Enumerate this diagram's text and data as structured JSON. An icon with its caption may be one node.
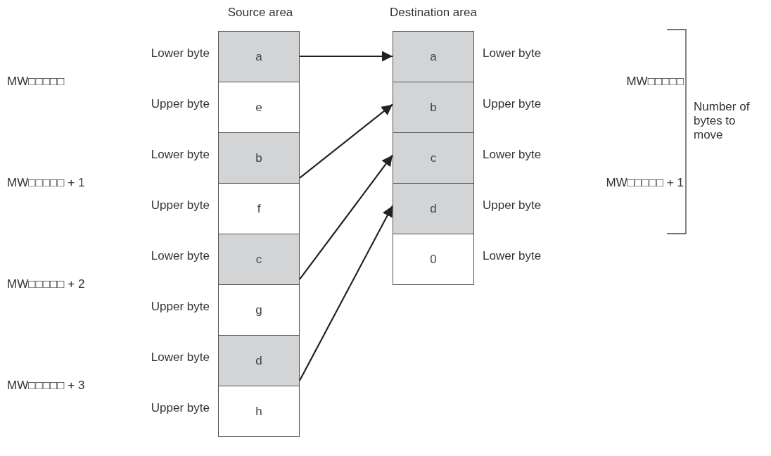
{
  "diagram": {
    "nodes": [
      {
        "text": [
          "a"
        ]
      },
      {
        "text": [
          "e"
        ]
      },
      {
        "text": [
          "b"
        ]
      },
      {
        "text": [
          "f"
        ]
      },
      {
        "text": [
          "c"
        ]
      },
      {
        "text": [
          "g"
        ]
      },
      {
        "text": [
          "d"
        ]
      },
      {
        "text": [
          "h"
        ]
      },
      {
        "text": [
          "a"
        ]
      },
      {
        "text": [
          "b"
        ]
      },
      {
        "text": [
          "c"
        ]
      },
      {
        "text": [
          "d"
        ]
      },
      {
        "text": [
          "0"
        ]
      }
    ],
    "edges": [
      {
        "from": 0,
        "to": 8,
        "arrow": "to"
      },
      {
        "from": 2,
        "to": 9,
        "arrow": "to"
      },
      {
        "from": 4,
        "to": 10,
        "arrow": "to"
      },
      {
        "from": 6,
        "to": 11,
        "arrow": "to"
      }
    ],
    "labels": [
      "Source area",
      "Destination area",
      "Lower byte",
      "Upper byte",
      "Lower byte",
      "Upper byte",
      "Lower byte",
      "Upper byte",
      "Lower byte",
      "Upper byte",
      "MW□□□□□",
      "MW□□□□□ + 1",
      "MW□□□□□ + 2",
      "MW□□□□□ + 3",
      "Lower byte",
      "Upper byte",
      "Lower byte",
      "Upper byte",
      "Lower byte",
      "MW□□□□□",
      "MW□□□□□ + 1",
      "Number of bytes to move"
    ]
  }
}
